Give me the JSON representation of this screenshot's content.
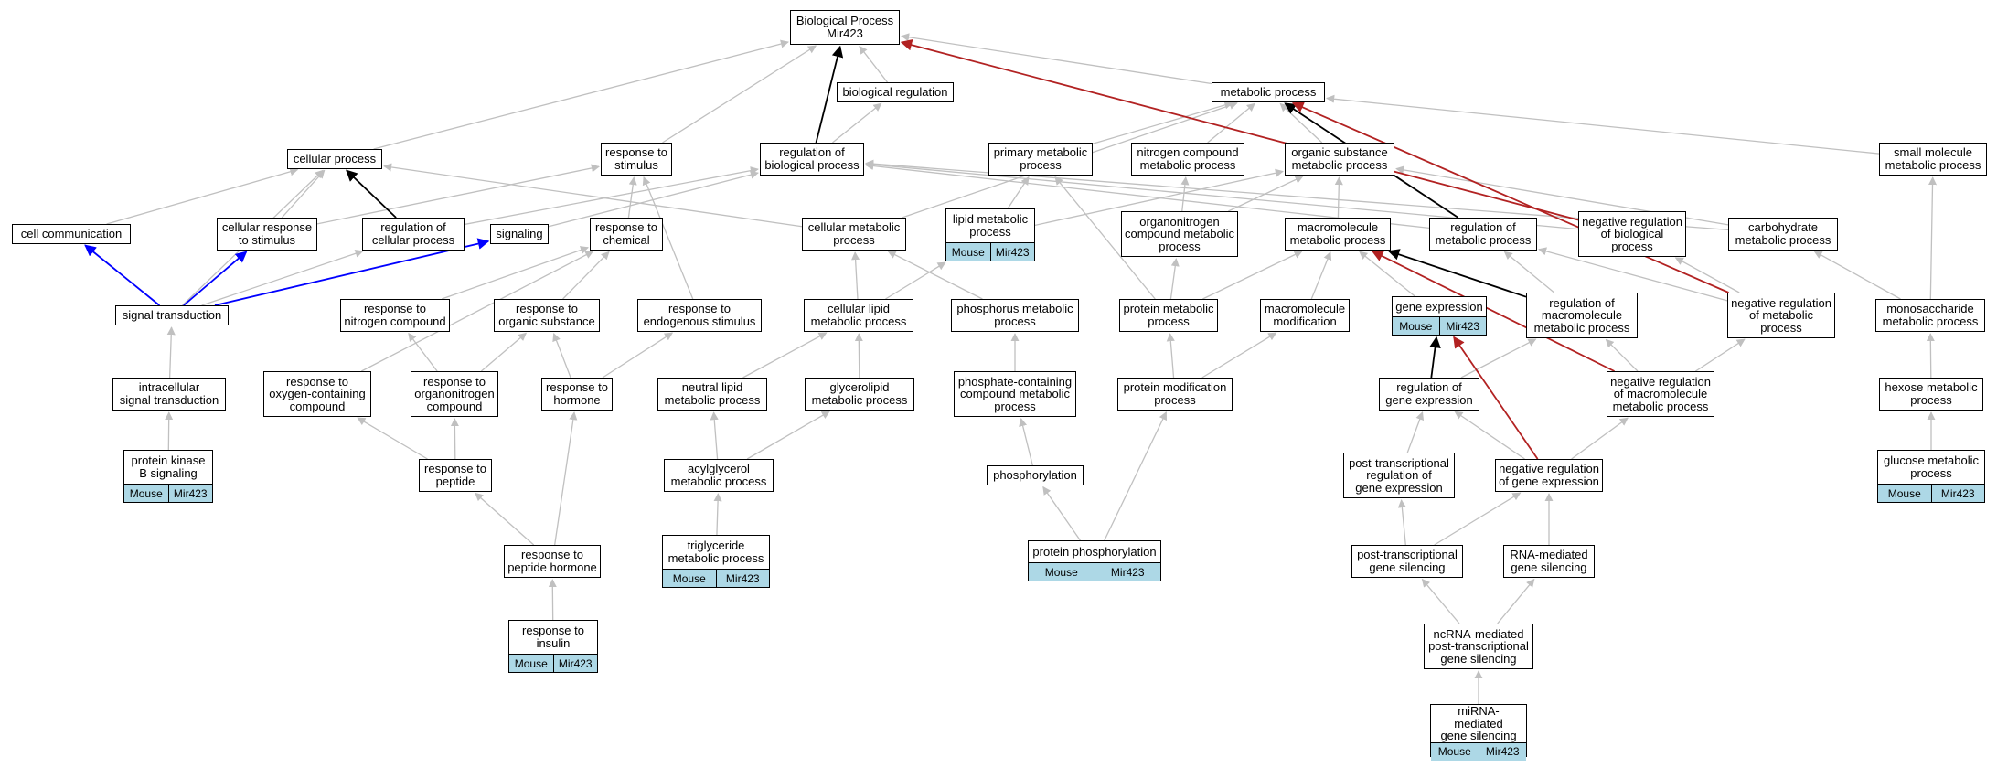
{
  "colors": {
    "edge_default": "#c0c0c0",
    "edge_black": "#000000",
    "edge_blue": "#0000ff",
    "edge_red": "#b22222",
    "annotation_fill": "#add8e6"
  },
  "nodes": {
    "bp_root": {
      "label": "Biological Process\nMir423"
    },
    "biological_regulation": {
      "label": "biological regulation"
    },
    "metabolic_process": {
      "label": "metabolic process"
    },
    "cellular_process": {
      "label": "cellular process"
    },
    "response_to_stimulus": {
      "label": "response to\nstimulus"
    },
    "regulation_of_biological_process": {
      "label": "regulation of\nbiological process"
    },
    "primary_metabolic_process": {
      "label": "primary metabolic\nprocess"
    },
    "nitrogen_compound_metabolic_process": {
      "label": "nitrogen compound\nmetabolic process"
    },
    "organic_substance_metabolic_process": {
      "label": "organic substance\nmetabolic process"
    },
    "small_molecule_metabolic_process": {
      "label": "small molecule\nmetabolic process"
    },
    "cell_communication": {
      "label": "cell communication"
    },
    "cellular_response_to_stimulus": {
      "label": "cellular response\nto stimulus"
    },
    "regulation_of_cellular_process": {
      "label": "regulation of\ncellular process"
    },
    "signaling": {
      "label": "signaling"
    },
    "response_to_chemical": {
      "label": "response to\nchemical"
    },
    "cellular_metabolic_process": {
      "label": "cellular metabolic\nprocess"
    },
    "lipid_metabolic_process": {
      "label": "lipid metabolic\nprocess",
      "tags": [
        "Mouse",
        "Mir423"
      ]
    },
    "organonitrogen_compound_metabolic_process": {
      "label": "organonitrogen\ncompound metabolic\nprocess"
    },
    "macromolecule_metabolic_process": {
      "label": "macromolecule\nmetabolic process"
    },
    "regulation_of_metabolic_process": {
      "label": "regulation of\nmetabolic process"
    },
    "negative_regulation_of_biological_process": {
      "label": "negative regulation\nof biological\nprocess"
    },
    "carbohydrate_metabolic_process": {
      "label": "carbohydrate\nmetabolic process"
    },
    "signal_transduction": {
      "label": "signal transduction"
    },
    "response_to_nitrogen_compound": {
      "label": "response to\nnitrogen compound"
    },
    "response_to_organic_substance": {
      "label": "response to\norganic substance"
    },
    "response_to_endogenous_stimulus": {
      "label": "response to\nendogenous stimulus"
    },
    "cellular_lipid_metabolic_process": {
      "label": "cellular lipid\nmetabolic process"
    },
    "phosphorus_metabolic_process": {
      "label": "phosphorus metabolic\nprocess"
    },
    "protein_metabolic_process": {
      "label": "protein metabolic\nprocess"
    },
    "macromolecule_modification": {
      "label": "macromolecule\nmodification"
    },
    "gene_expression": {
      "label": "gene expression",
      "tags": [
        "Mouse",
        "Mir423"
      ]
    },
    "regulation_of_macromolecule_metabolic_process": {
      "label": "regulation of\nmacromolecule\nmetabolic process"
    },
    "negative_regulation_of_metabolic_process": {
      "label": "negative regulation\nof metabolic\nprocess"
    },
    "monosaccharide_metabolic_process": {
      "label": "monosaccharide\nmetabolic process"
    },
    "intracellular_signal_transduction": {
      "label": "intracellular\nsignal transduction"
    },
    "response_to_oxygen_containing_compound": {
      "label": "response to\noxygen-containing\ncompound"
    },
    "response_to_organonitrogen_compound": {
      "label": "response to\norganonitrogen\ncompound"
    },
    "response_to_hormone": {
      "label": "response to\nhormone"
    },
    "neutral_lipid_metabolic_process": {
      "label": "neutral lipid\nmetabolic process"
    },
    "glycerolipid_metabolic_process": {
      "label": "glycerolipid\nmetabolic process"
    },
    "phosphate_containing_compound_metabolic_process": {
      "label": "phosphate-containing\ncompound metabolic\nprocess"
    },
    "protein_modification_process": {
      "label": "protein modification\nprocess"
    },
    "regulation_of_gene_expression": {
      "label": "regulation of\ngene expression"
    },
    "negative_regulation_of_macromolecule_metabolic_process": {
      "label": "negative regulation\nof macromolecule\nmetabolic process"
    },
    "hexose_metabolic_process": {
      "label": "hexose metabolic\nprocess"
    },
    "protein_kinase_b_signaling": {
      "label": "protein kinase\nB signaling",
      "tags": [
        "Mouse",
        "Mir423"
      ]
    },
    "response_to_peptide": {
      "label": "response to\npeptide"
    },
    "acylglycerol_metabolic_process": {
      "label": "acylglycerol\nmetabolic process"
    },
    "phosphorylation": {
      "label": "phosphorylation"
    },
    "post_transcriptional_regulation_of_gene_expression": {
      "label": "post-transcriptional\nregulation of\ngene expression"
    },
    "negative_regulation_of_gene_expression": {
      "label": "negative regulation\nof gene expression"
    },
    "glucose_metabolic_process": {
      "label": "glucose metabolic\nprocess",
      "tags": [
        "Mouse",
        "Mir423"
      ]
    },
    "response_to_peptide_hormone": {
      "label": "response to\npeptide hormone"
    },
    "triglyceride_metabolic_process": {
      "label": "triglyceride\nmetabolic process",
      "tags": [
        "Mouse",
        "Mir423"
      ]
    },
    "protein_phosphorylation": {
      "label": "protein phosphorylation",
      "tags": [
        "Mouse",
        "Mir423"
      ]
    },
    "post_transcriptional_gene_silencing": {
      "label": "post-transcriptional\ngene silencing"
    },
    "rna_mediated_gene_silencing": {
      "label": "RNA-mediated\ngene silencing"
    },
    "response_to_insulin": {
      "label": "response to\ninsulin",
      "tags": [
        "Mouse",
        "Mir423"
      ]
    },
    "ncrna_mediated_post_transcriptional_gene_silencing": {
      "label": "ncRNA-mediated\npost-transcriptional\ngene silencing"
    },
    "mirna_mediated_gene_silencing": {
      "label": "miRNA-mediated\ngene silencing",
      "tags": [
        "Mouse",
        "Mir423"
      ]
    }
  },
  "edges": [
    {
      "from": "biological_regulation",
      "to": "bp_root",
      "kind": "default"
    },
    {
      "from": "metabolic_process",
      "to": "bp_root",
      "kind": "default"
    },
    {
      "from": "cellular_process",
      "to": "bp_root",
      "kind": "default"
    },
    {
      "from": "response_to_stimulus",
      "to": "bp_root",
      "kind": "default"
    },
    {
      "from": "regulation_of_biological_process",
      "to": "bp_root",
      "kind": "black"
    },
    {
      "from": "negative_regulation_of_biological_process",
      "to": "bp_root",
      "kind": "red"
    },
    {
      "from": "regulation_of_biological_process",
      "to": "biological_regulation",
      "kind": "default"
    },
    {
      "from": "primary_metabolic_process",
      "to": "metabolic_process",
      "kind": "default"
    },
    {
      "from": "nitrogen_compound_metabolic_process",
      "to": "metabolic_process",
      "kind": "default"
    },
    {
      "from": "organic_substance_metabolic_process",
      "to": "metabolic_process",
      "kind": "default"
    },
    {
      "from": "small_molecule_metabolic_process",
      "to": "metabolic_process",
      "kind": "default"
    },
    {
      "from": "cellular_metabolic_process",
      "to": "metabolic_process",
      "kind": "default"
    },
    {
      "from": "regulation_of_metabolic_process",
      "to": "metabolic_process",
      "kind": "black"
    },
    {
      "from": "negative_regulation_of_metabolic_process",
      "to": "metabolic_process",
      "kind": "red"
    },
    {
      "from": "cell_communication",
      "to": "cellular_process",
      "kind": "default"
    },
    {
      "from": "cellular_response_to_stimulus",
      "to": "cellular_process",
      "kind": "default"
    },
    {
      "from": "regulation_of_cellular_process",
      "to": "cellular_process",
      "kind": "black"
    },
    {
      "from": "signal_transduction",
      "to": "cellular_process",
      "kind": "default"
    },
    {
      "from": "cellular_metabolic_process",
      "to": "cellular_process",
      "kind": "default"
    },
    {
      "from": "cellular_response_to_stimulus",
      "to": "response_to_stimulus",
      "kind": "default"
    },
    {
      "from": "response_to_chemical",
      "to": "response_to_stimulus",
      "kind": "default"
    },
    {
      "from": "response_to_endogenous_stimulus",
      "to": "response_to_stimulus",
      "kind": "default"
    },
    {
      "from": "regulation_of_cellular_process",
      "to": "regulation_of_biological_process",
      "kind": "default"
    },
    {
      "from": "regulation_of_metabolic_process",
      "to": "regulation_of_biological_process",
      "kind": "default"
    },
    {
      "from": "negative_regulation_of_biological_process",
      "to": "regulation_of_biological_process",
      "kind": "default"
    },
    {
      "from": "signaling",
      "to": "regulation_of_biological_process",
      "kind": "default"
    },
    {
      "from": "signal_transduction",
      "to": "cell_communication",
      "kind": "blue"
    },
    {
      "from": "signal_transduction",
      "to": "cellular_response_to_stimulus",
      "kind": "blue"
    },
    {
      "from": "signal_transduction",
      "to": "signaling",
      "kind": "blue"
    },
    {
      "from": "signal_transduction",
      "to": "regulation_of_cellular_process",
      "kind": "default"
    },
    {
      "from": "intracellular_signal_transduction",
      "to": "signal_transduction",
      "kind": "default"
    },
    {
      "from": "protein_kinase_b_signaling",
      "to": "intracellular_signal_transduction",
      "kind": "default"
    },
    {
      "from": "lipid_metabolic_process",
      "to": "primary_metabolic_process",
      "kind": "default"
    },
    {
      "from": "protein_metabolic_process",
      "to": "primary_metabolic_process",
      "kind": "default"
    },
    {
      "from": "lipid_metabolic_process",
      "to": "organic_substance_metabolic_process",
      "kind": "default"
    },
    {
      "from": "organonitrogen_compound_metabolic_process",
      "to": "nitrogen_compound_metabolic_process",
      "kind": "default"
    },
    {
      "from": "organonitrogen_compound_metabolic_process",
      "to": "organic_substance_metabolic_process",
      "kind": "default"
    },
    {
      "from": "macromolecule_metabolic_process",
      "to": "organic_substance_metabolic_process",
      "kind": "default"
    },
    {
      "from": "carbohydrate_metabolic_process",
      "to": "organic_substance_metabolic_process",
      "kind": "default"
    },
    {
      "from": "response_to_nitrogen_compound",
      "to": "response_to_chemical",
      "kind": "default"
    },
    {
      "from": "response_to_organic_substance",
      "to": "response_to_chemical",
      "kind": "default"
    },
    {
      "from": "response_to_oxygen_containing_compound",
      "to": "response_to_chemical",
      "kind": "default"
    },
    {
      "from": "response_to_organonitrogen_compound",
      "to": "response_to_nitrogen_compound",
      "kind": "default"
    },
    {
      "from": "response_to_organonitrogen_compound",
      "to": "response_to_organic_substance",
      "kind": "default"
    },
    {
      "from": "response_to_hormone",
      "to": "response_to_organic_substance",
      "kind": "default"
    },
    {
      "from": "response_to_hormone",
      "to": "response_to_endogenous_stimulus",
      "kind": "default"
    },
    {
      "from": "response_to_peptide",
      "to": "response_to_oxygen_containing_compound",
      "kind": "default"
    },
    {
      "from": "response_to_peptide",
      "to": "response_to_organonitrogen_compound",
      "kind": "default"
    },
    {
      "from": "response_to_peptide_hormone",
      "to": "response_to_peptide",
      "kind": "default"
    },
    {
      "from": "response_to_peptide_hormone",
      "to": "response_to_hormone",
      "kind": "default"
    },
    {
      "from": "response_to_insulin",
      "to": "response_to_peptide_hormone",
      "kind": "default"
    },
    {
      "from": "cellular_lipid_metabolic_process",
      "to": "cellular_metabolic_process",
      "kind": "default"
    },
    {
      "from": "cellular_lipid_metabolic_process",
      "to": "lipid_metabolic_process",
      "kind": "default"
    },
    {
      "from": "phosphorus_metabolic_process",
      "to": "cellular_metabolic_process",
      "kind": "default"
    },
    {
      "from": "neutral_lipid_metabolic_process",
      "to": "cellular_lipid_metabolic_process",
      "kind": "default"
    },
    {
      "from": "glycerolipid_metabolic_process",
      "to": "cellular_lipid_metabolic_process",
      "kind": "default"
    },
    {
      "from": "acylglycerol_metabolic_process",
      "to": "neutral_lipid_metabolic_process",
      "kind": "default"
    },
    {
      "from": "acylglycerol_metabolic_process",
      "to": "glycerolipid_metabolic_process",
      "kind": "default"
    },
    {
      "from": "triglyceride_metabolic_process",
      "to": "acylglycerol_metabolic_process",
      "kind": "default"
    },
    {
      "from": "phosphate_containing_compound_metabolic_process",
      "to": "phosphorus_metabolic_process",
      "kind": "default"
    },
    {
      "from": "phosphorylation",
      "to": "phosphate_containing_compound_metabolic_process",
      "kind": "default"
    },
    {
      "from": "protein_phosphorylation",
      "to": "phosphorylation",
      "kind": "default"
    },
    {
      "from": "protein_phosphorylation",
      "to": "protein_modification_process",
      "kind": "default"
    },
    {
      "from": "protein_metabolic_process",
      "to": "organonitrogen_compound_metabolic_process",
      "kind": "default"
    },
    {
      "from": "protein_metabolic_process",
      "to": "macromolecule_metabolic_process",
      "kind": "default"
    },
    {
      "from": "protein_modification_process",
      "to": "protein_metabolic_process",
      "kind": "default"
    },
    {
      "from": "protein_modification_process",
      "to": "macromolecule_modification",
      "kind": "default"
    },
    {
      "from": "macromolecule_modification",
      "to": "macromolecule_metabolic_process",
      "kind": "default"
    },
    {
      "from": "gene_expression",
      "to": "macromolecule_metabolic_process",
      "kind": "default"
    },
    {
      "from": "regulation_of_macromolecule_metabolic_process",
      "to": "macromolecule_metabolic_process",
      "kind": "black"
    },
    {
      "from": "negative_regulation_of_macromolecule_metabolic_process",
      "to": "macromolecule_metabolic_process",
      "kind": "red"
    },
    {
      "from": "regulation_of_macromolecule_metabolic_process",
      "to": "regulation_of_metabolic_process",
      "kind": "default"
    },
    {
      "from": "negative_regulation_of_metabolic_process",
      "to": "regulation_of_metabolic_process",
      "kind": "default"
    },
    {
      "from": "negative_regulation_of_metabolic_process",
      "to": "negative_regulation_of_biological_process",
      "kind": "default"
    },
    {
      "from": "negative_regulation_of_macromolecule_metabolic_process",
      "to": "negative_regulation_of_metabolic_process",
      "kind": "default"
    },
    {
      "from": "negative_regulation_of_macromolecule_metabolic_process",
      "to": "regulation_of_macromolecule_metabolic_process",
      "kind": "default"
    },
    {
      "from": "regulation_of_gene_expression",
      "to": "gene_expression",
      "kind": "black"
    },
    {
      "from": "negative_regulation_of_gene_expression",
      "to": "gene_expression",
      "kind": "red"
    },
    {
      "from": "regulation_of_gene_expression",
      "to": "regulation_of_macromolecule_metabolic_process",
      "kind": "default"
    },
    {
      "from": "negative_regulation_of_gene_expression",
      "to": "regulation_of_gene_expression",
      "kind": "default"
    },
    {
      "from": "negative_regulation_of_gene_expression",
      "to": "negative_regulation_of_macromolecule_metabolic_process",
      "kind": "default"
    },
    {
      "from": "post_transcriptional_regulation_of_gene_expression",
      "to": "regulation_of_gene_expression",
      "kind": "default"
    },
    {
      "from": "post_transcriptional_gene_silencing",
      "to": "post_transcriptional_regulation_of_gene_expression",
      "kind": "default"
    },
    {
      "from": "post_transcriptional_gene_silencing",
      "to": "negative_regulation_of_gene_expression",
      "kind": "default"
    },
    {
      "from": "rna_mediated_gene_silencing",
      "to": "negative_regulation_of_gene_expression",
      "kind": "default"
    },
    {
      "from": "ncrna_mediated_post_transcriptional_gene_silencing",
      "to": "post_transcriptional_gene_silencing",
      "kind": "default"
    },
    {
      "from": "ncrna_mediated_post_transcriptional_gene_silencing",
      "to": "rna_mediated_gene_silencing",
      "kind": "default"
    },
    {
      "from": "mirna_mediated_gene_silencing",
      "to": "ncrna_mediated_post_transcriptional_gene_silencing",
      "kind": "default"
    },
    {
      "from": "carbohydrate_metabolic_process",
      "to": "regulation_of_biological_process",
      "kind": "default"
    },
    {
      "from": "monosaccharide_metabolic_process",
      "to": "carbohydrate_metabolic_process",
      "kind": "default"
    },
    {
      "from": "monosaccharide_metabolic_process",
      "to": "small_molecule_metabolic_process",
      "kind": "default"
    },
    {
      "from": "hexose_metabolic_process",
      "to": "monosaccharide_metabolic_process",
      "kind": "default"
    },
    {
      "from": "glucose_metabolic_process",
      "to": "hexose_metabolic_process",
      "kind": "default"
    }
  ]
}
